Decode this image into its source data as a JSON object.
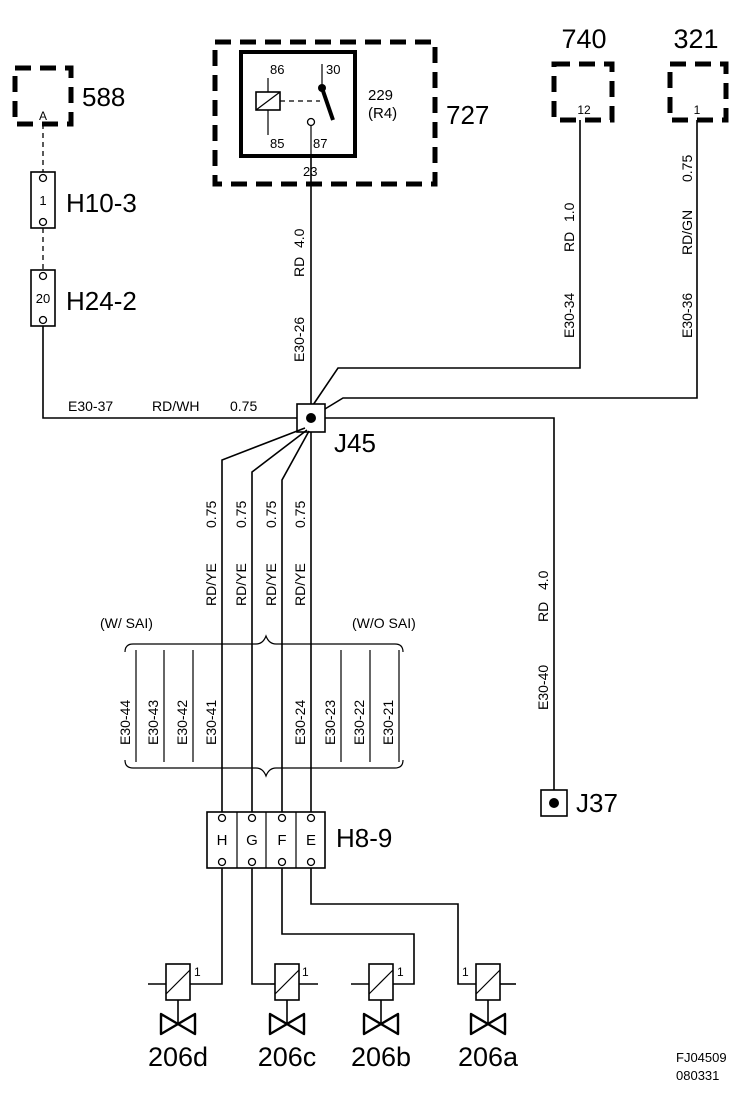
{
  "components": {
    "c588": {
      "id": "588",
      "pin": "A"
    },
    "c727": {
      "id": "727",
      "relay_id": "229",
      "relay_ref": "(R4)",
      "pin_86": "86",
      "pin_30": "30",
      "pin_85": "85",
      "pin_87": "87",
      "pin_out": "23"
    },
    "c740": {
      "id": "740",
      "pin": "12"
    },
    "c321": {
      "id": "321",
      "pin": "1"
    },
    "h10_3": {
      "id": "H10-3",
      "pin": "1"
    },
    "h24_2": {
      "id": "H24-2",
      "pin": "20"
    },
    "j45": {
      "id": "J45"
    },
    "j37": {
      "id": "J37"
    },
    "h8_9": {
      "id": "H8-9",
      "pins": [
        "H",
        "G",
        "F",
        "E"
      ]
    },
    "valves": [
      {
        "id": "206d",
        "pin": "1"
      },
      {
        "id": "206c",
        "pin": "1"
      },
      {
        "id": "206b",
        "pin": "1"
      },
      {
        "id": "206a",
        "pin": "1"
      }
    ]
  },
  "wires": {
    "w_e30_26": {
      "id": "E30-26",
      "color": "RD",
      "size": "4.0"
    },
    "w_e30_34": {
      "id": "E30-34",
      "color": "RD",
      "size": "1.0"
    },
    "w_e30_36": {
      "id": "E30-36",
      "color": "RD/GN",
      "size": "0.75"
    },
    "w_e30_37": {
      "id": "E30-37",
      "color": "RD/WH",
      "size": "0.75"
    },
    "w_e30_40": {
      "id": "E30-40",
      "color": "RD",
      "size": "4.0"
    },
    "yellow": [
      {
        "color": "RD/YE",
        "size": "0.75"
      },
      {
        "color": "RD/YE",
        "size": "0.75"
      },
      {
        "color": "RD/YE",
        "size": "0.75"
      },
      {
        "color": "RD/YE",
        "size": "0.75"
      }
    ],
    "options": {
      "with_sai": "(W/ SAI)",
      "without_sai": "(W/O SAI)"
    },
    "with_sai_ids": [
      "E30-44",
      "E30-43",
      "E30-42",
      "E30-41"
    ],
    "without_sai_ids": [
      "E30-24",
      "E30-23",
      "E30-22",
      "E30-21"
    ]
  },
  "footer": {
    "code": "FJ04509",
    "date": "080331"
  }
}
